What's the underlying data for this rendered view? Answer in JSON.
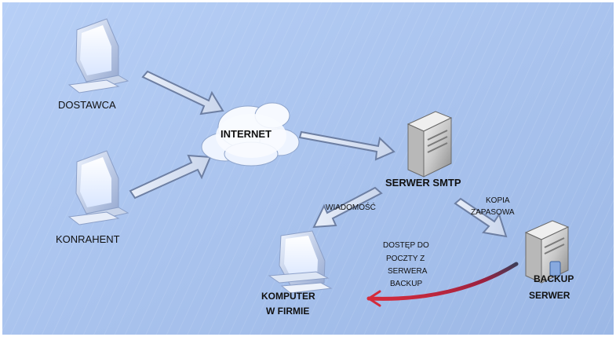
{
  "nodes": {
    "dostawca": "DOSTAWCA",
    "konrahent": "KONRAHENT",
    "internet": "INTERNET",
    "smtp": "SERWER SMTP",
    "backup_line1": "BACKUP",
    "backup_line2": "SERWER",
    "komputer_line1": "KOMPUTER",
    "komputer_line2": "W FIRMIE"
  },
  "edges": {
    "wiadomosc": "WIADOMOŚĆ",
    "kopia_line1": "KOPIA",
    "kopia_line2": "ZAPASOWA",
    "dostep": [
      "DOSTĘP DO",
      "POCZTY Z",
      "SERWERA",
      "BACKUP"
    ]
  },
  "colors": {
    "background": "#a9c3ee",
    "arrow_fill": "#d7dfef",
    "arrow_stroke": "#6d7fa3",
    "curve_red": "#b21f36"
  },
  "icons": {
    "client_pc": "desktop-computer-icon",
    "server": "server-tower-icon",
    "cloud": "cloud-icon"
  }
}
